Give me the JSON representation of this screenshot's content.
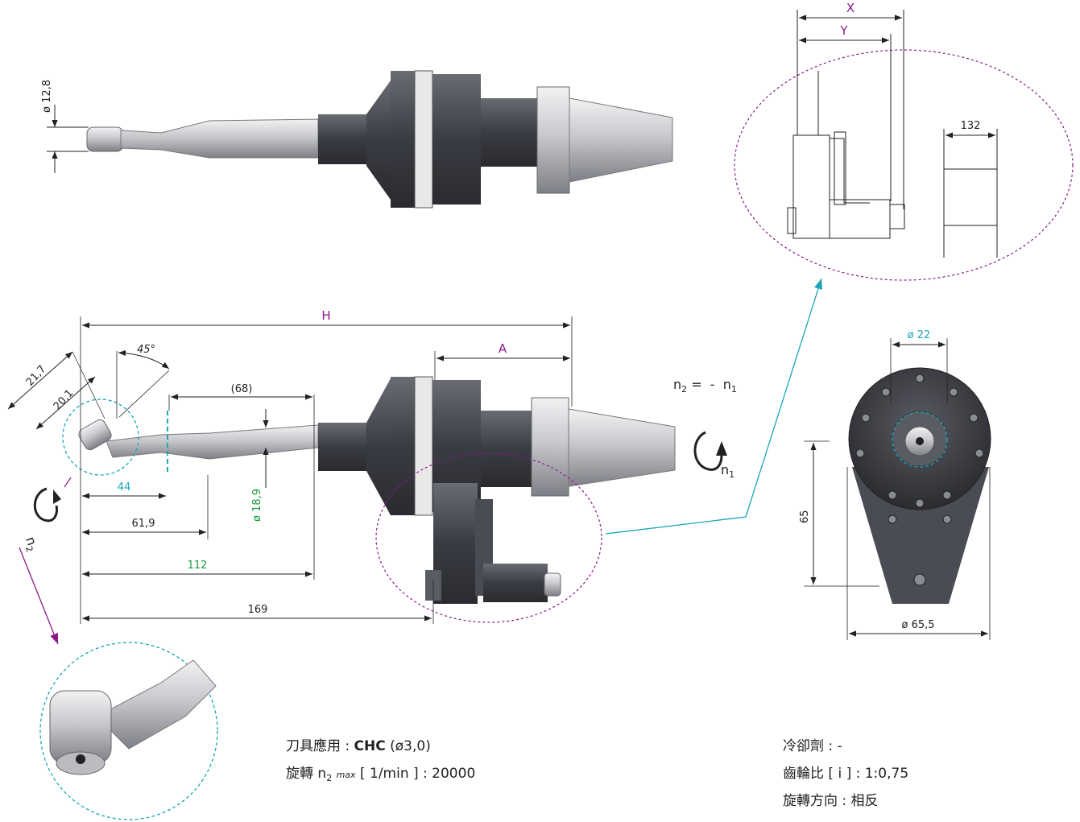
{
  "dimensions": {
    "d_shaft": "ø 12,8",
    "H": "H",
    "A": "A",
    "X": "X",
    "Y": "Y",
    "d132": "132",
    "d21_7": "21,7",
    "d20_1": "20,1",
    "angle": "45°",
    "d68": "(68)",
    "d44": "44",
    "d61_9": "61,9",
    "d112": "112",
    "d169": "169",
    "d18_9": "ø 18,9",
    "d22": "ø 22",
    "d65": "65",
    "d65_5": "ø 65,5"
  },
  "rotation": {
    "equation_n2": "n",
    "equation_sub2": "2",
    "equation_mid": " =  -  n",
    "equation_sub1": "1",
    "n1_label": "n",
    "n1_sub": "1",
    "n2_label": "n",
    "n2_sub": "2"
  },
  "specs_left": {
    "app_label": "刀具應用 : ",
    "app_value": "CHC",
    "app_paren": " (ø3,0)",
    "speed_label": "旋轉 n",
    "speed_sub": "2",
    "speed_max": "max",
    "speed_unit": " [ 1/min ] : 20000"
  },
  "specs_right": {
    "coolant": "冷卻劑 : -",
    "ratio": "齒輪比 [ i ] : 1:0,75",
    "direction": "旋轉方向 : 相反"
  },
  "colors": {
    "purple": "#8a1a8a",
    "cyan": "#1aa6b7",
    "green": "#1a9a3a",
    "metal_dark": "#3d3f46",
    "metal_light": "#c9cace"
  }
}
